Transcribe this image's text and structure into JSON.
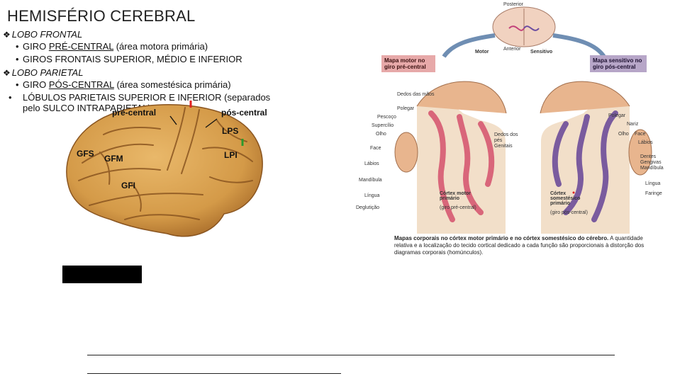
{
  "title": "HEMISFÉRIO CEREBRAL",
  "sections": [
    {
      "heading": "LOBO FRONTAL",
      "bullets": [
        {
          "pre": "GIRO ",
          "underlined": "PRÉ-CENTRAL",
          "post": " (área motora primária)"
        },
        {
          "pre": "GIROS FRONTAIS SUPERIOR, MÉDIO E INFERIOR",
          "underlined": "",
          "post": ""
        }
      ]
    },
    {
      "heading": "LOBO PARIETAL",
      "bullets": [
        {
          "pre": "GIRO ",
          "underlined": "PÓS-CENTRAL",
          "post": " (área somestésica primária)"
        },
        {
          "pre": "LÓBULOS PARIETAIS SUPERIOR E INFERIOR (separados pelo SULCO INTRAPARIETAL)",
          "underlined": "",
          "post": ""
        }
      ]
    }
  ],
  "brain_labels": {
    "pre_central": "pré-central",
    "pos_central": "pós-central",
    "lps": "LPS",
    "lpi": "LPI",
    "gfs": "GFS",
    "gfm": "GFM",
    "gfi": "GFI"
  },
  "figure": {
    "posterior": "Posterior",
    "anterior": "Anterior",
    "motor": "Motor",
    "sensitivo": "Sensitivo",
    "motor_map": "Mapa motor no giro pré-central",
    "sensory_map": "Mapa sensitivo no giro pós-central",
    "motor_cortex": "Córtex motor primário",
    "motor_cortex_sub": "(giro pré-central)",
    "sensory_cortex": "Córtex somestésico primário",
    "sensory_cortex_sub": "(giro pós-central)",
    "motor_parts": [
      "Dedos das mãos",
      "Polegar",
      "Pescoço",
      "Supercílio",
      "Olho",
      "Face",
      "Lábios",
      "Mandíbula",
      "Língua",
      "Deglutição"
    ],
    "sensory_parts": [
      "Polegar",
      "Olho",
      "Nariz",
      "Face",
      "Lábios",
      "Dentes Gengivas Mandíbula",
      "Língua",
      "Faringe"
    ],
    "feet_label": "Dedos dos pés Genitais",
    "caption_bold": "Mapas corporais no córtex motor primário e no córtex somestésico do cérebro.",
    "caption_rest": " A quantidade relativa e a localização do tecido cortical dedicado a cada função são proporcionais à distorção dos diagramas corporais (homúnculos)."
  }
}
